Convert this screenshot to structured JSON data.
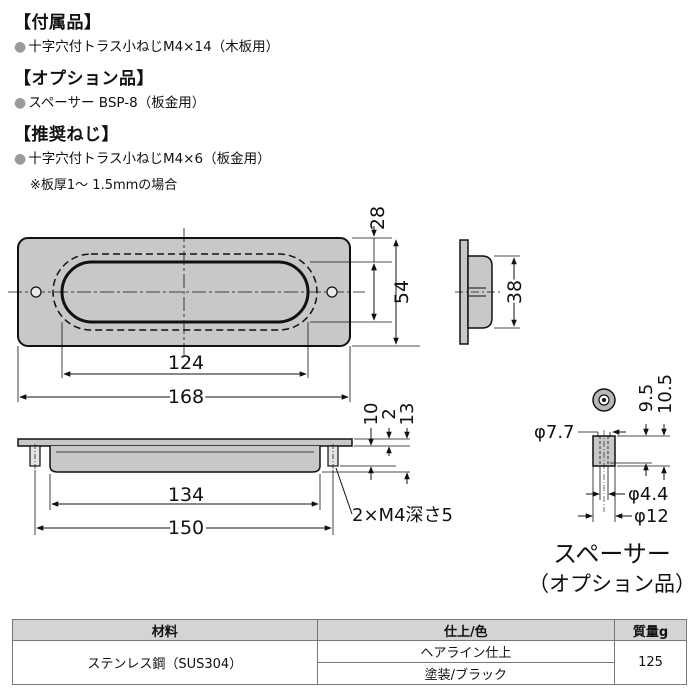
{
  "sections": [
    {
      "heading": "【付属品】",
      "items": [
        "十字穴付トラス小ねじM4×14（木板用）"
      ]
    },
    {
      "heading": "【オプション品】",
      "items": [
        "スペーサー BSP-8（板金用）"
      ]
    },
    {
      "heading": "【推奨ねじ】",
      "items": [
        "十字穴付トラス小ねじM4×6（板金用）"
      ],
      "note": "※板厚1～ 1.5mmの場合"
    }
  ],
  "drawing": {
    "front_view": {
      "dim_28": "28",
      "dim_54": "54",
      "dim_124": "124",
      "dim_168": "168"
    },
    "side_view": {
      "dim_38": "38"
    },
    "bottom_view": {
      "dim_10": "10",
      "dim_2": "2",
      "dim_13": "13",
      "dim_134": "134",
      "dim_150": "150",
      "screw_note": "2×M4深さ5"
    },
    "spacer": {
      "dim_phi77": "φ7.7",
      "dim_95": "9.5",
      "dim_105": "10.5",
      "dim_phi44": "φ4.4",
      "dim_phi12": "φ12",
      "label_line1": "スペーサー",
      "label_line2": "（オプション品）"
    }
  },
  "spec_table": {
    "headers": [
      "材料",
      "仕上/色",
      "質量g"
    ],
    "material": "ステンレス鋼（SUS304）",
    "finishes": [
      "ヘアライン仕上",
      "塗装/ブラック"
    ],
    "mass": "125"
  },
  "colors": {
    "plate_fill": "#c8c8c8",
    "header_fill": "#d4d4d4",
    "bullet": "#9a9a9a"
  }
}
